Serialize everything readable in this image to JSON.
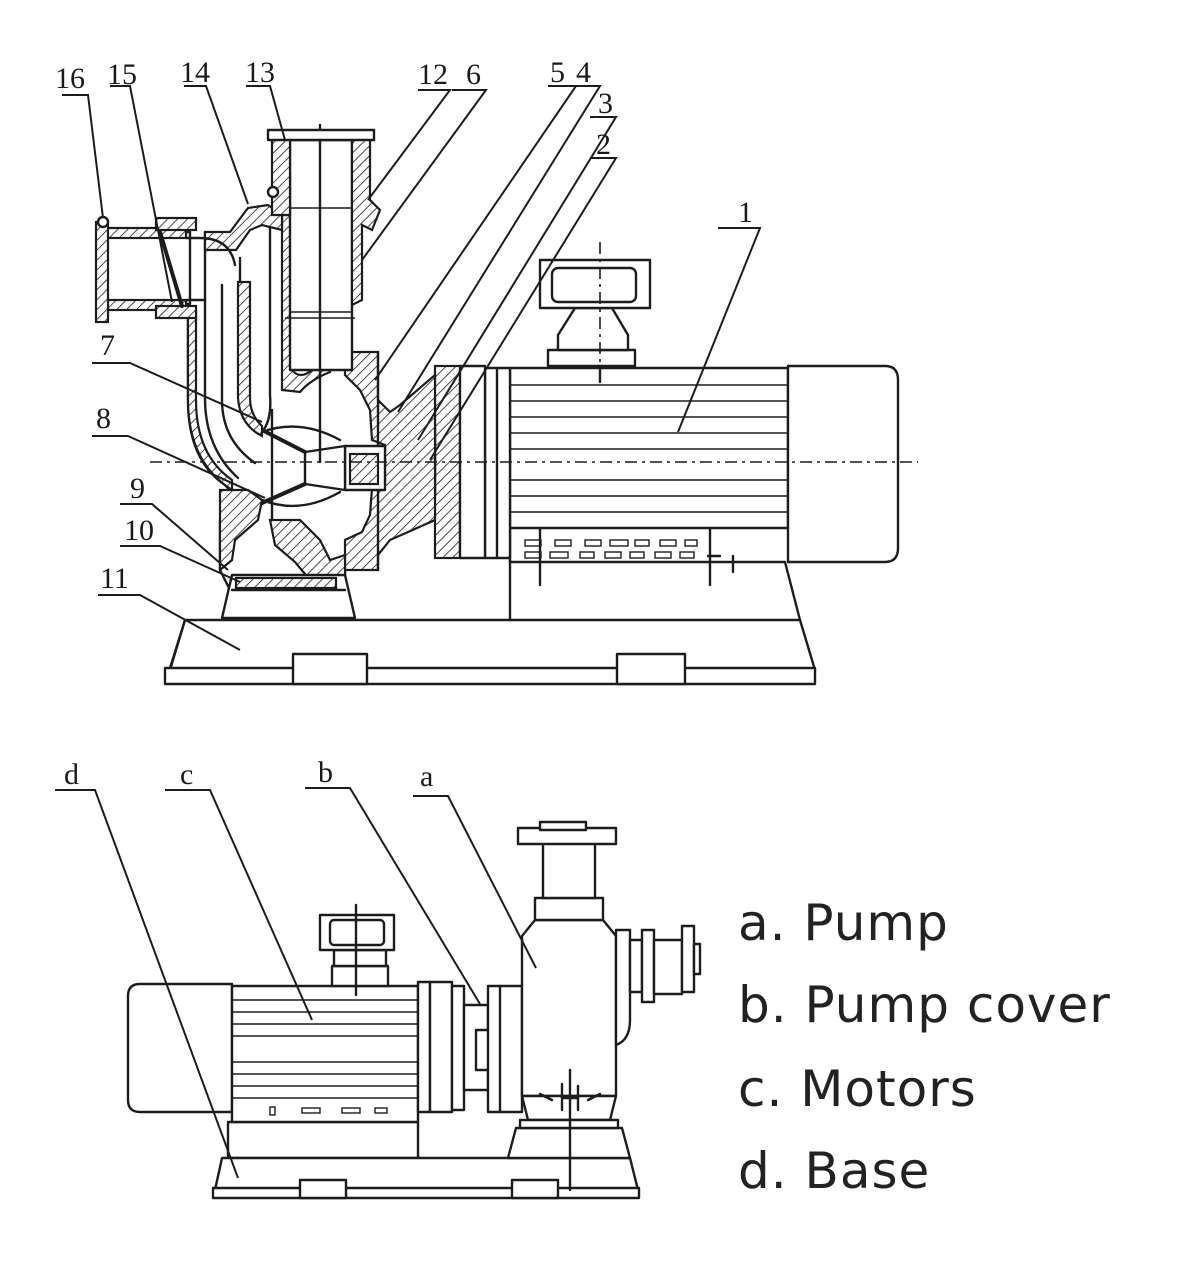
{
  "diagram": {
    "section_view": {
      "callouts": [
        "16",
        "15",
        "14",
        "13",
        "12",
        "6",
        "5",
        "4",
        "3",
        "2",
        "1",
        "7",
        "8",
        "9",
        "10",
        "11"
      ]
    },
    "exterior_view": {
      "callouts": [
        "d",
        "c",
        "b",
        "a"
      ]
    },
    "legend": {
      "items": [
        {
          "label": "a. Pump"
        },
        {
          "label": "b. Pump cover"
        },
        {
          "label": "c. Motors"
        },
        {
          "label": "d. Base"
        }
      ]
    }
  }
}
